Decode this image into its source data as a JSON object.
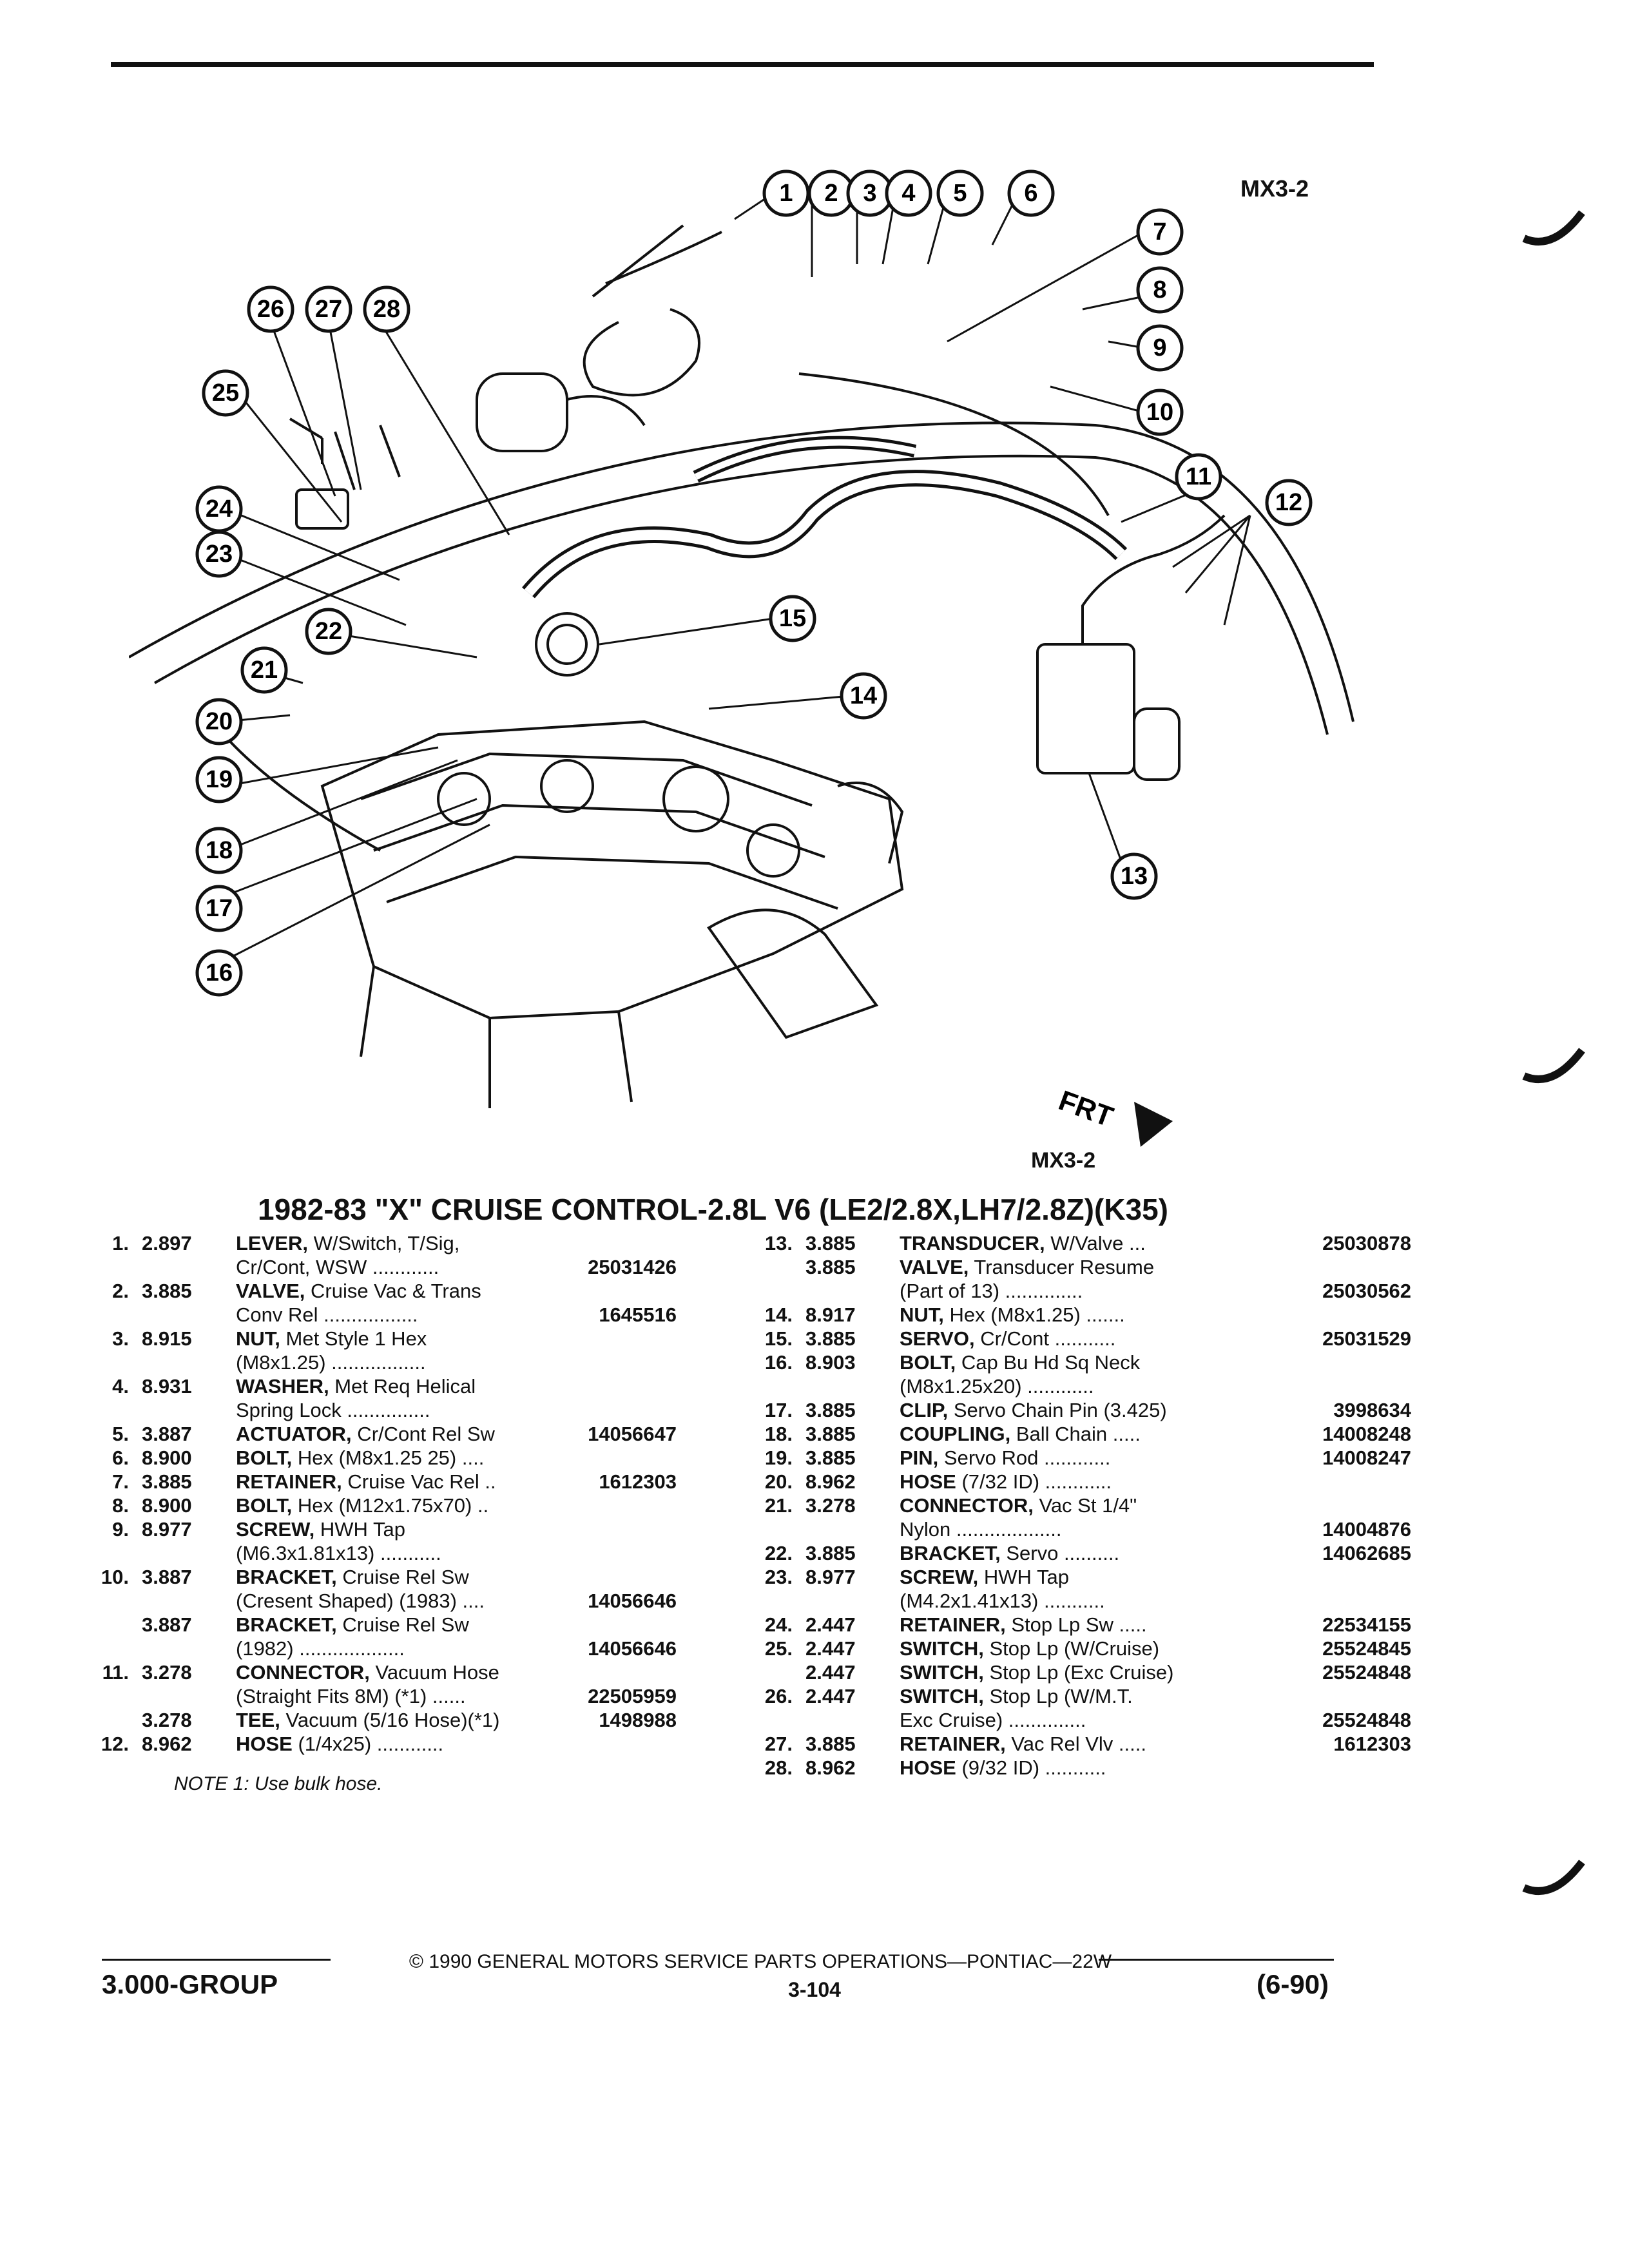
{
  "figure_code": "MX3-2",
  "figure_code_bottom": "MX3-2",
  "front_label": "FRT",
  "callouts": [
    "1",
    "2",
    "3",
    "4",
    "5",
    "6",
    "7",
    "8",
    "9",
    "10",
    "11",
    "12",
    "13",
    "14",
    "15",
    "16",
    "17",
    "18",
    "19",
    "20",
    "21",
    "22",
    "23",
    "24",
    "25",
    "26",
    "27",
    "28"
  ],
  "title": "1982-83 \"X\" CRUISE CONTROL-2.8L V6 (LE2/2.8X,LH7/2.8Z)(K35)",
  "left_rows": [
    {
      "num": "1.",
      "grp": "2.897",
      "name": "LEVER,",
      "rest": " W/Switch, T/Sig,",
      "pn": ""
    },
    {
      "num": "",
      "grp": "",
      "name": "",
      "rest": "Cr/Cont, WSW ............",
      "pn": "25031426"
    },
    {
      "num": "2.",
      "grp": "3.885",
      "name": "VALVE,",
      "rest": " Cruise Vac & Trans",
      "pn": ""
    },
    {
      "num": "",
      "grp": "",
      "name": "",
      "rest": "Conv Rel .................",
      "pn": "1645516"
    },
    {
      "num": "3.",
      "grp": "8.915",
      "name": "NUT,",
      "rest": " Met Style 1 Hex",
      "pn": ""
    },
    {
      "num": "",
      "grp": "",
      "name": "",
      "rest": "(M8x1.25) .................",
      "pn": ""
    },
    {
      "num": "4.",
      "grp": "8.931",
      "name": "WASHER,",
      "rest": " Met Req Helical",
      "pn": ""
    },
    {
      "num": "",
      "grp": "",
      "name": "",
      "rest": "Spring Lock ...............",
      "pn": ""
    },
    {
      "num": "5.",
      "grp": "3.887",
      "name": "ACTUATOR,",
      "rest": " Cr/Cont Rel Sw",
      "pn": "14056647"
    },
    {
      "num": "6.",
      "grp": "8.900",
      "name": "BOLT,",
      "rest": " Hex (M8x1.25 25) ....",
      "pn": ""
    },
    {
      "num": "7.",
      "grp": "3.885",
      "name": "RETAINER,",
      "rest": " Cruise Vac Rel ..",
      "pn": "1612303"
    },
    {
      "num": "8.",
      "grp": "8.900",
      "name": "BOLT,",
      "rest": " Hex (M12x1.75x70) ..",
      "pn": ""
    },
    {
      "num": "9.",
      "grp": "8.977",
      "name": "SCREW,",
      "rest": " HWH Tap",
      "pn": ""
    },
    {
      "num": "",
      "grp": "",
      "name": "",
      "rest": "(M6.3x1.81x13) ...........",
      "pn": ""
    },
    {
      "num": "10.",
      "grp": "3.887",
      "name": "BRACKET,",
      "rest": " Cruise Rel Sw",
      "pn": ""
    },
    {
      "num": "",
      "grp": "",
      "name": "",
      "rest": "(Cresent Shaped) (1983) ....",
      "pn": "14056646"
    },
    {
      "num": "",
      "grp": "3.887",
      "name": "BRACKET,",
      "rest": " Cruise Rel Sw",
      "pn": ""
    },
    {
      "num": "",
      "grp": "",
      "name": "",
      "rest": "(1982) ...................",
      "pn": "14056646"
    },
    {
      "num": "11.",
      "grp": "3.278",
      "name": "CONNECTOR,",
      "rest": " Vacuum Hose",
      "pn": ""
    },
    {
      "num": "",
      "grp": "",
      "name": "",
      "rest": "(Straight Fits 8M) (*1) ......",
      "pn": "22505959"
    },
    {
      "num": "",
      "grp": "3.278",
      "name": "TEE,",
      "rest": " Vacuum (5/16 Hose)(*1)",
      "pn": "1498988"
    },
    {
      "num": "12.",
      "grp": "8.962",
      "name": "HOSE",
      "rest": " (1/4x25) ............",
      "pn": ""
    }
  ],
  "right_rows": [
    {
      "num": "13.",
      "grp": "3.885",
      "name": "TRANSDUCER,",
      "rest": " W/Valve ...",
      "pn": "25030878"
    },
    {
      "num": "",
      "grp": "3.885",
      "name": "VALVE,",
      "rest": " Transducer Resume",
      "pn": ""
    },
    {
      "num": "",
      "grp": "",
      "name": "",
      "rest": "(Part of 13) ..............",
      "pn": "25030562"
    },
    {
      "num": "14.",
      "grp": "8.917",
      "name": "NUT,",
      "rest": " Hex (M8x1.25) .......",
      "pn": ""
    },
    {
      "num": "15.",
      "grp": "3.885",
      "name": "SERVO,",
      "rest": " Cr/Cont ...........",
      "pn": "25031529"
    },
    {
      "num": "16.",
      "grp": "8.903",
      "name": "BOLT,",
      "rest": " Cap Bu Hd Sq Neck",
      "pn": ""
    },
    {
      "num": "",
      "grp": "",
      "name": "",
      "rest": "(M8x1.25x20) ............",
      "pn": ""
    },
    {
      "num": "17.",
      "grp": "3.885",
      "name": "CLIP,",
      "rest": " Servo Chain Pin (3.425)",
      "pn": "3998634"
    },
    {
      "num": "18.",
      "grp": "3.885",
      "name": "COUPLING,",
      "rest": " Ball Chain .....",
      "pn": "14008248"
    },
    {
      "num": "19.",
      "grp": "3.885",
      "name": "PIN,",
      "rest": " Servo Rod ............",
      "pn": "14008247"
    },
    {
      "num": "20.",
      "grp": "8.962",
      "name": "HOSE",
      "rest": " (7/32 ID) ............",
      "pn": ""
    },
    {
      "num": "21.",
      "grp": "3.278",
      "name": "CONNECTOR,",
      "rest": " Vac St 1/4\"",
      "pn": ""
    },
    {
      "num": "",
      "grp": "",
      "name": "",
      "rest": "Nylon ...................",
      "pn": "14004876"
    },
    {
      "num": "22.",
      "grp": "3.885",
      "name": "BRACKET,",
      "rest": " Servo ..........",
      "pn": "14062685"
    },
    {
      "num": "23.",
      "grp": "8.977",
      "name": "SCREW,",
      "rest": " HWH Tap",
      "pn": ""
    },
    {
      "num": "",
      "grp": "",
      "name": "",
      "rest": "(M4.2x1.41x13) ...........",
      "pn": ""
    },
    {
      "num": "24.",
      "grp": "2.447",
      "name": "RETAINER,",
      "rest": " Stop Lp Sw .....",
      "pn": "22534155"
    },
    {
      "num": "25.",
      "grp": "2.447",
      "name": "SWITCH,",
      "rest": " Stop Lp (W/Cruise)",
      "pn": "25524845"
    },
    {
      "num": "",
      "grp": "2.447",
      "name": "SWITCH,",
      "rest": " Stop Lp (Exc Cruise)",
      "pn": "25524848"
    },
    {
      "num": "26.",
      "grp": "2.447",
      "name": "SWITCH,",
      "rest": " Stop Lp (W/M.T.",
      "pn": ""
    },
    {
      "num": "",
      "grp": "",
      "name": "",
      "rest": "Exc Cruise) ..............",
      "pn": "25524848"
    },
    {
      "num": "27.",
      "grp": "3.885",
      "name": "RETAINER,",
      "rest": " Vac Rel Vlv .....",
      "pn": "1612303"
    },
    {
      "num": "28.",
      "grp": "8.962",
      "name": "HOSE",
      "rest": " (9/32 ID) ...........",
      "pn": ""
    }
  ],
  "note": "NOTE 1: Use bulk hose.",
  "footer": {
    "copyright": "© 1990 GENERAL MOTORS SERVICE PARTS OPERATIONS—PONTIAC—22W",
    "page": "3-104",
    "group": "3.000-GROUP",
    "date": "(6-90)"
  }
}
